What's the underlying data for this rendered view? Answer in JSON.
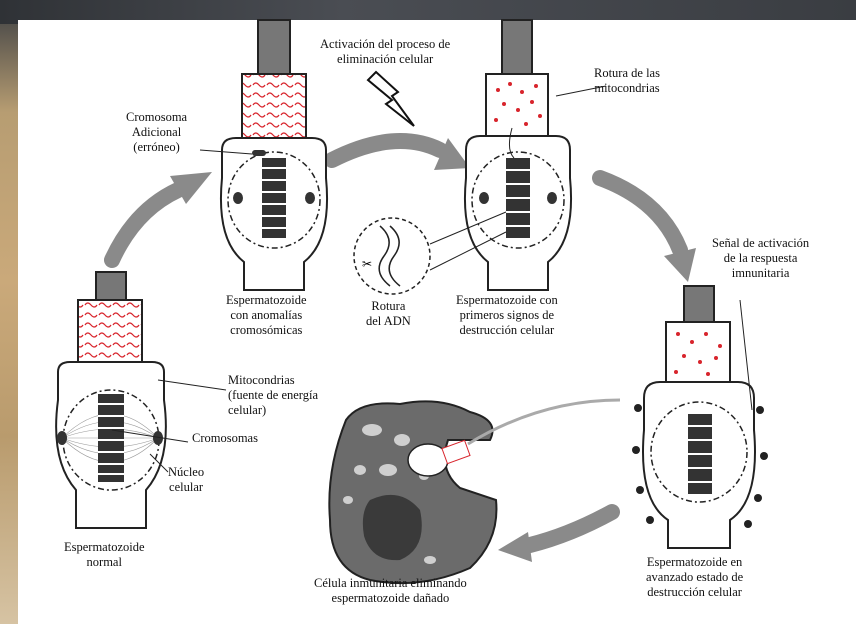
{
  "labels": {
    "activation": [
      "Activación del  proceso de",
      "eliminación celular"
    ],
    "chromosome_extra": [
      "Cromosoma",
      "Adicional",
      "(erróneo)"
    ],
    "mito_rupture": [
      "Rotura de las",
      "mitocondrias"
    ],
    "immune_signal": [
      "Señal de activación",
      "de la respuesta",
      "imnunitaria"
    ],
    "sperm_chromo": [
      "Espermatozoide",
      "con anomalías",
      "cromosómicas"
    ],
    "dna_break": [
      "Rotura",
      "del ADN"
    ],
    "sperm_first": [
      "Espermatozoide con",
      "primeros signos de",
      "destrucción celular"
    ],
    "mito": [
      "Mitocondrias",
      "(fuente de energía",
      "celular)"
    ],
    "chromosomes": [
      "Cromosomas"
    ],
    "nucleus": [
      "Núcleo",
      "celular"
    ],
    "normal_sperm": [
      "Espermatozoide",
      "normal"
    ],
    "immune_cell": [
      "Célula inmunitaria eliminando",
      "espermatozoide dañado"
    ],
    "sperm_advanced": [
      "Espermatozoide en",
      "avanzado estado de",
      "destrucción celular"
    ]
  },
  "colors": {
    "mitochondria": "#d8242c",
    "arrow": "#8a8a8a",
    "immune_cell": "#6b6b6b"
  }
}
